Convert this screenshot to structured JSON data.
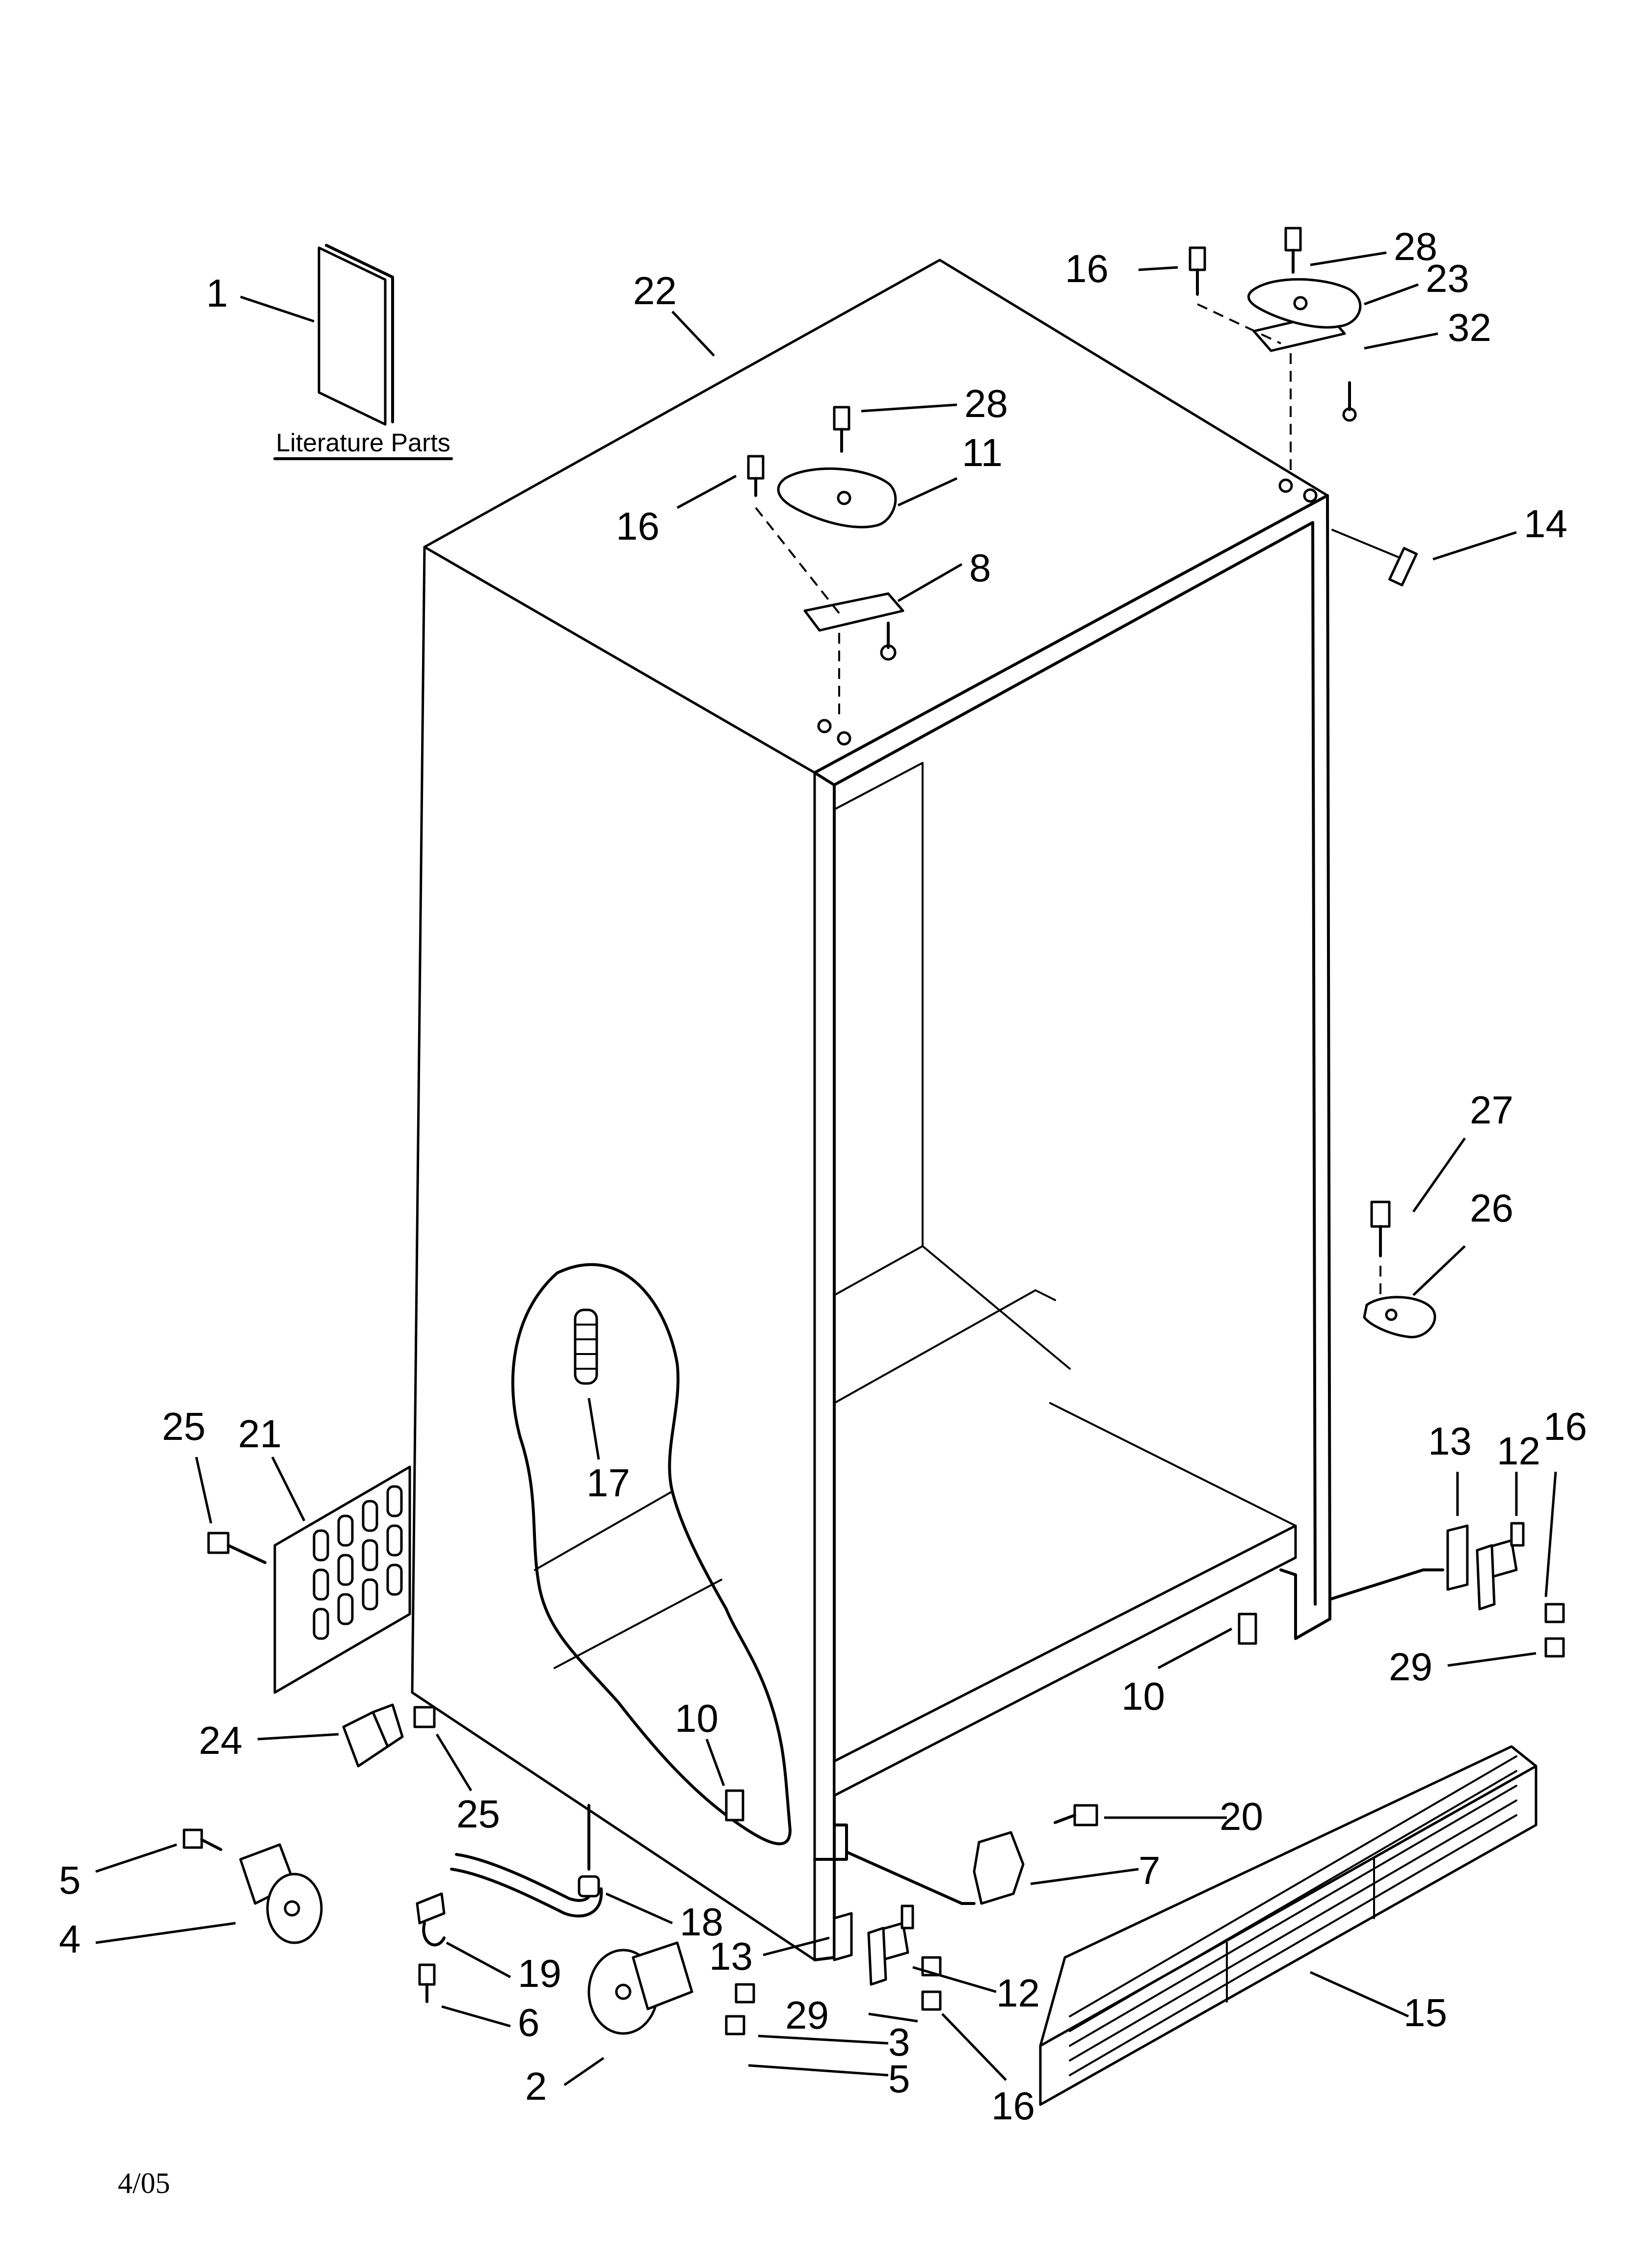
{
  "literature_caption": "Literature Parts",
  "date_code": "4/05",
  "callouts": {
    "c1": "1",
    "c22": "22",
    "c16_top_right": "16",
    "c28_top_right": "28",
    "c23": "23",
    "c32": "32",
    "c28_top_center": "28",
    "c11": "11",
    "c16_top_center": "16",
    "c8": "8",
    "c14": "14",
    "c27": "27",
    "c26": "26",
    "c25_left": "25",
    "c21": "21",
    "c17": "17",
    "c13_right": "13",
    "c12_right": "12",
    "c16_right": "16",
    "c29_right": "29",
    "c10_center": "10",
    "c10_right": "10",
    "c24": "24",
    "c25_lower": "25",
    "c20": "20",
    "c7": "7",
    "c5_left": "5",
    "c4": "4",
    "c18": "18",
    "c19": "19",
    "c6": "6",
    "c13_lower": "13",
    "c12_lower": "12",
    "c29_lower": "29",
    "c3": "3",
    "c5_lower": "5",
    "c2": "2",
    "c16_lower": "16",
    "c15": "15"
  }
}
